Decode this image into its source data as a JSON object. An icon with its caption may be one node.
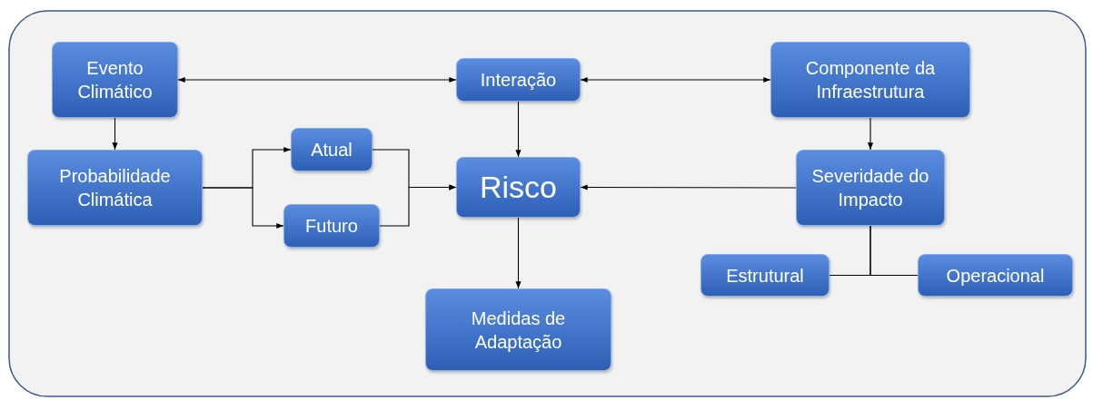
{
  "diagram": {
    "nodes": [
      {
        "text": [
          "Evento Climático"
        ]
      },
      {
        "text": [
          "Interação"
        ]
      },
      {
        "text": [
          "Componente da Infraestrutura"
        ]
      },
      {
        "text": [
          "Probabilidade Climática"
        ]
      },
      {
        "text": [
          "Atual"
        ]
      },
      {
        "text": [
          "Risco"
        ]
      },
      {
        "text": [
          "Severidade do Impacto"
        ]
      },
      {
        "text": [
          "Futuro"
        ]
      },
      {
        "text": [
          "Estrutural"
        ]
      },
      {
        "text": [
          "Medidas de Adaptação"
        ]
      },
      {
        "text": [
          "Operacional"
        ]
      }
    ],
    "edges": [
      {
        "from": 0,
        "to": 1,
        "arrow": "both"
      },
      {
        "from": 1,
        "to": 2,
        "arrow": "both"
      },
      {
        "from": 0,
        "to": 3,
        "arrow": "to"
      },
      {
        "from": 1,
        "to": 5,
        "arrow": "to"
      },
      {
        "from": 2,
        "to": 6,
        "arrow": "to"
      },
      {
        "from": 3,
        "to": 4,
        "arrow": "to"
      },
      {
        "from": 3,
        "to": 7,
        "arrow": "to"
      },
      {
        "from": 4,
        "to": 5,
        "arrow": "to"
      },
      {
        "from": 7,
        "to": 5,
        "arrow": "to"
      },
      {
        "from": 6,
        "to": 5,
        "arrow": "to"
      },
      {
        "from": 5,
        "to": 9,
        "arrow": "to"
      },
      {
        "from": 6,
        "to": 8,
        "arrow": "none"
      },
      {
        "from": 6,
        "to": 10,
        "arrow": "none"
      }
    ]
  }
}
